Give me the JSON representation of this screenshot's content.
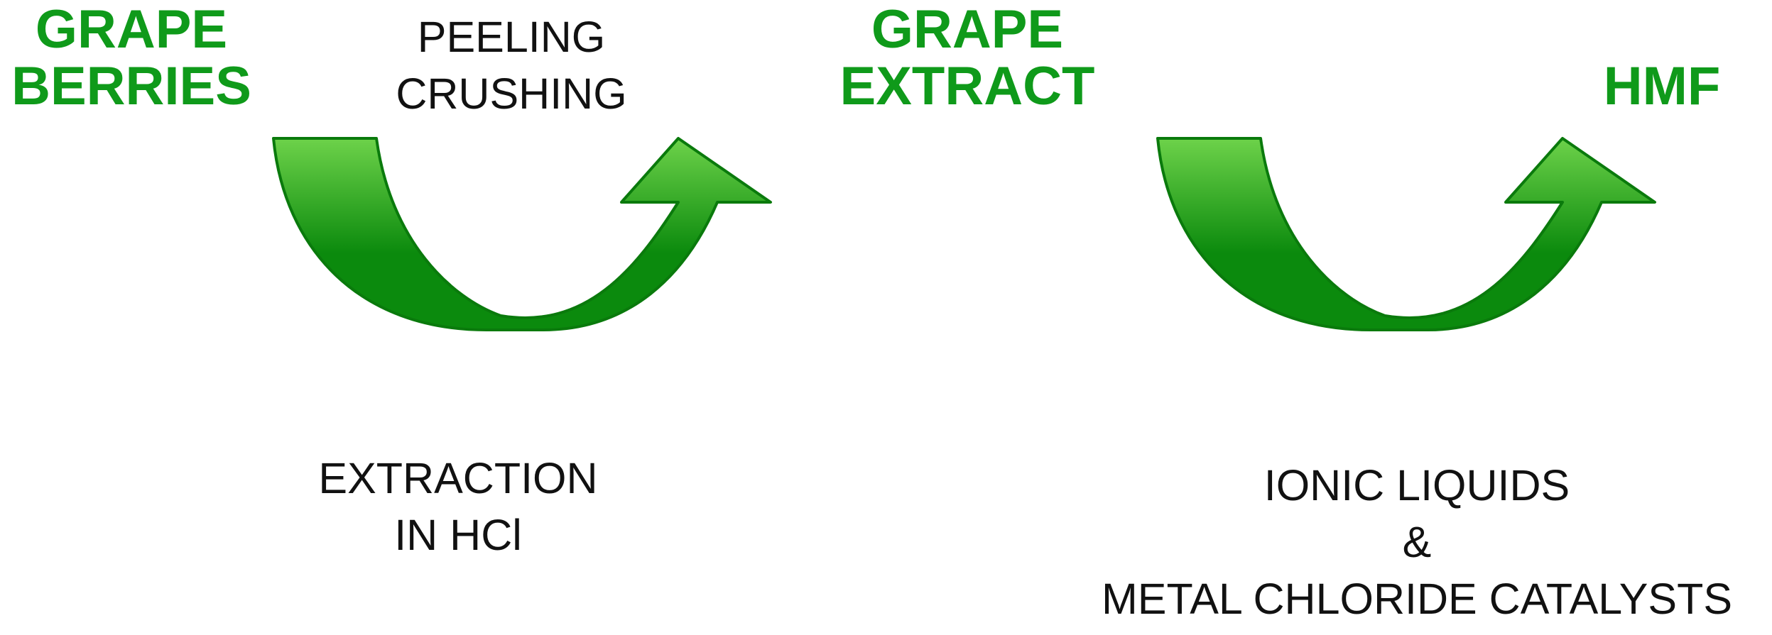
{
  "stages": [
    {
      "lines": [
        "GRAPE",
        "BERRIES"
      ]
    },
    {
      "lines": [
        "GRAPE",
        "EXTRACT"
      ]
    },
    {
      "lines": [
        "HMF"
      ]
    }
  ],
  "steps": {
    "peeling": {
      "lines": [
        "PEELING",
        "CRUSHING"
      ]
    },
    "extraction": {
      "lines": [
        "EXTRACTION",
        "IN HCl"
      ]
    },
    "conversion": {
      "lines": [
        "IONIC LIQUIDS",
        "&",
        "METAL CHLORIDE CATALYSTS"
      ]
    }
  },
  "arrows": [
    {
      "from": "GRAPE BERRIES",
      "to": "GRAPE EXTRACT",
      "icon": "curved-u-arrow-icon"
    },
    {
      "from": "GRAPE EXTRACT",
      "to": "HMF",
      "icon": "curved-u-arrow-icon"
    }
  ],
  "colors": {
    "stage_text": "#0f9a1a",
    "step_text": "#111111",
    "arrow_fill_light": "#6dd24a",
    "arrow_fill_dark": "#0b8a0d",
    "arrow_stroke": "#0a7a0c"
  }
}
